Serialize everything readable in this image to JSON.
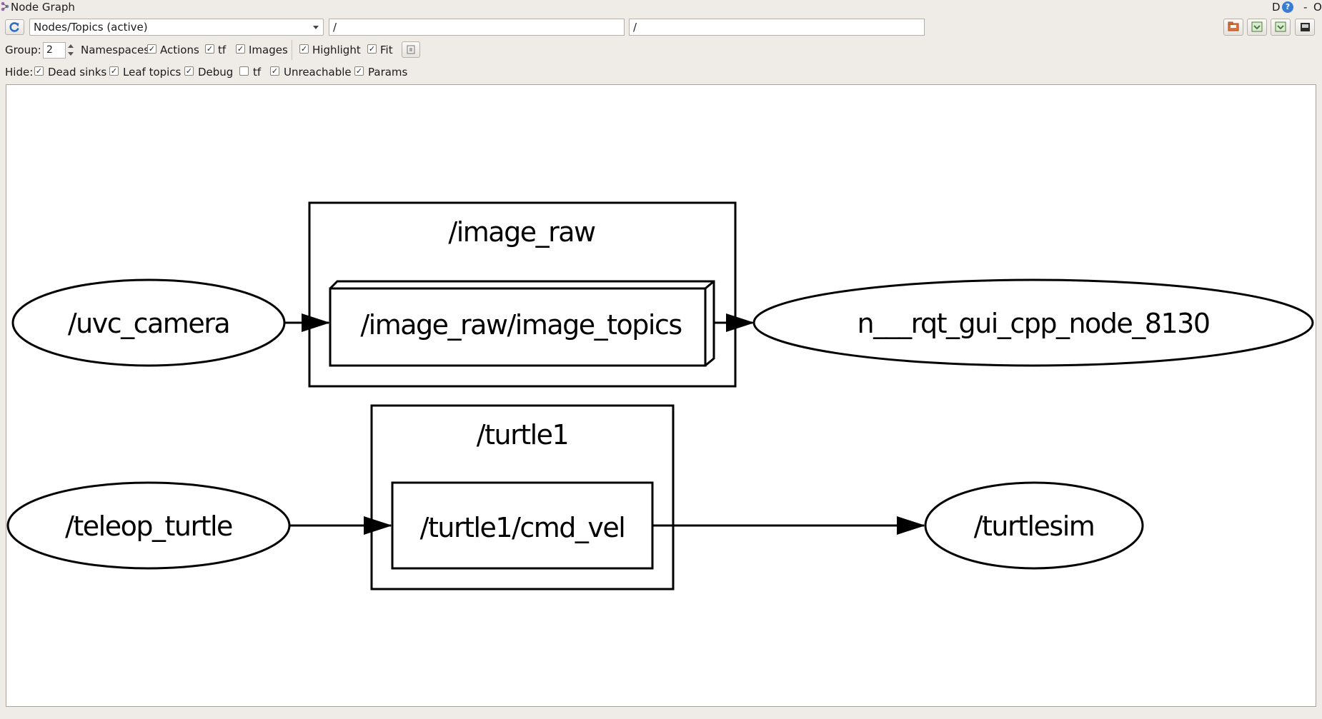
{
  "window": {
    "title": "Node Graph",
    "d_label": "D",
    "help_label": "?",
    "min_label": "-",
    "close_label": "O"
  },
  "toolbar": {
    "graph_type": "Nodes/Topics (active)",
    "namespace_filter": "/",
    "topic_filter": "/",
    "refresh_icon": "refresh-icon",
    "right_icons": [
      "folder-open-icon",
      "save-dot-icon",
      "save-svg-icon",
      "save-image-icon"
    ]
  },
  "options": {
    "group_label": "Group:",
    "group_value": "2",
    "items": [
      {
        "label": "Namespaces",
        "checked": null
      },
      {
        "label": "Actions",
        "checked": true
      },
      {
        "label": "tf",
        "checked": true
      },
      {
        "label": "Images",
        "checked": true
      },
      {
        "label": "Highlight",
        "checked": true
      },
      {
        "label": "Fit",
        "checked": true
      }
    ]
  },
  "hide": {
    "label": "Hide:",
    "items": [
      {
        "label": "Dead sinks",
        "checked": true
      },
      {
        "label": "Leaf topics",
        "checked": true
      },
      {
        "label": "Debug",
        "checked": true
      },
      {
        "label": "tf",
        "checked": false
      },
      {
        "label": "Unreachable",
        "checked": true
      },
      {
        "label": "Params",
        "checked": true
      }
    ]
  },
  "graph": {
    "nodes": [
      "/uvc_camera",
      "n___rqt_gui_cpp_node_8130",
      "/teleop_turtle",
      "/turtlesim"
    ],
    "clusters": [
      "/image_raw",
      "/turtle1"
    ],
    "topics": [
      "/image_raw/image_topics",
      "/turtle1/cmd_vel"
    ],
    "edges": [
      [
        "/uvc_camera",
        "/image_raw/image_topics"
      ],
      [
        "/image_raw/image_topics",
        "n___rqt_gui_cpp_node_8130"
      ],
      [
        "/teleop_turtle",
        "/turtle1/cmd_vel"
      ],
      [
        "/turtle1/cmd_vel",
        "/turtlesim"
      ]
    ]
  }
}
